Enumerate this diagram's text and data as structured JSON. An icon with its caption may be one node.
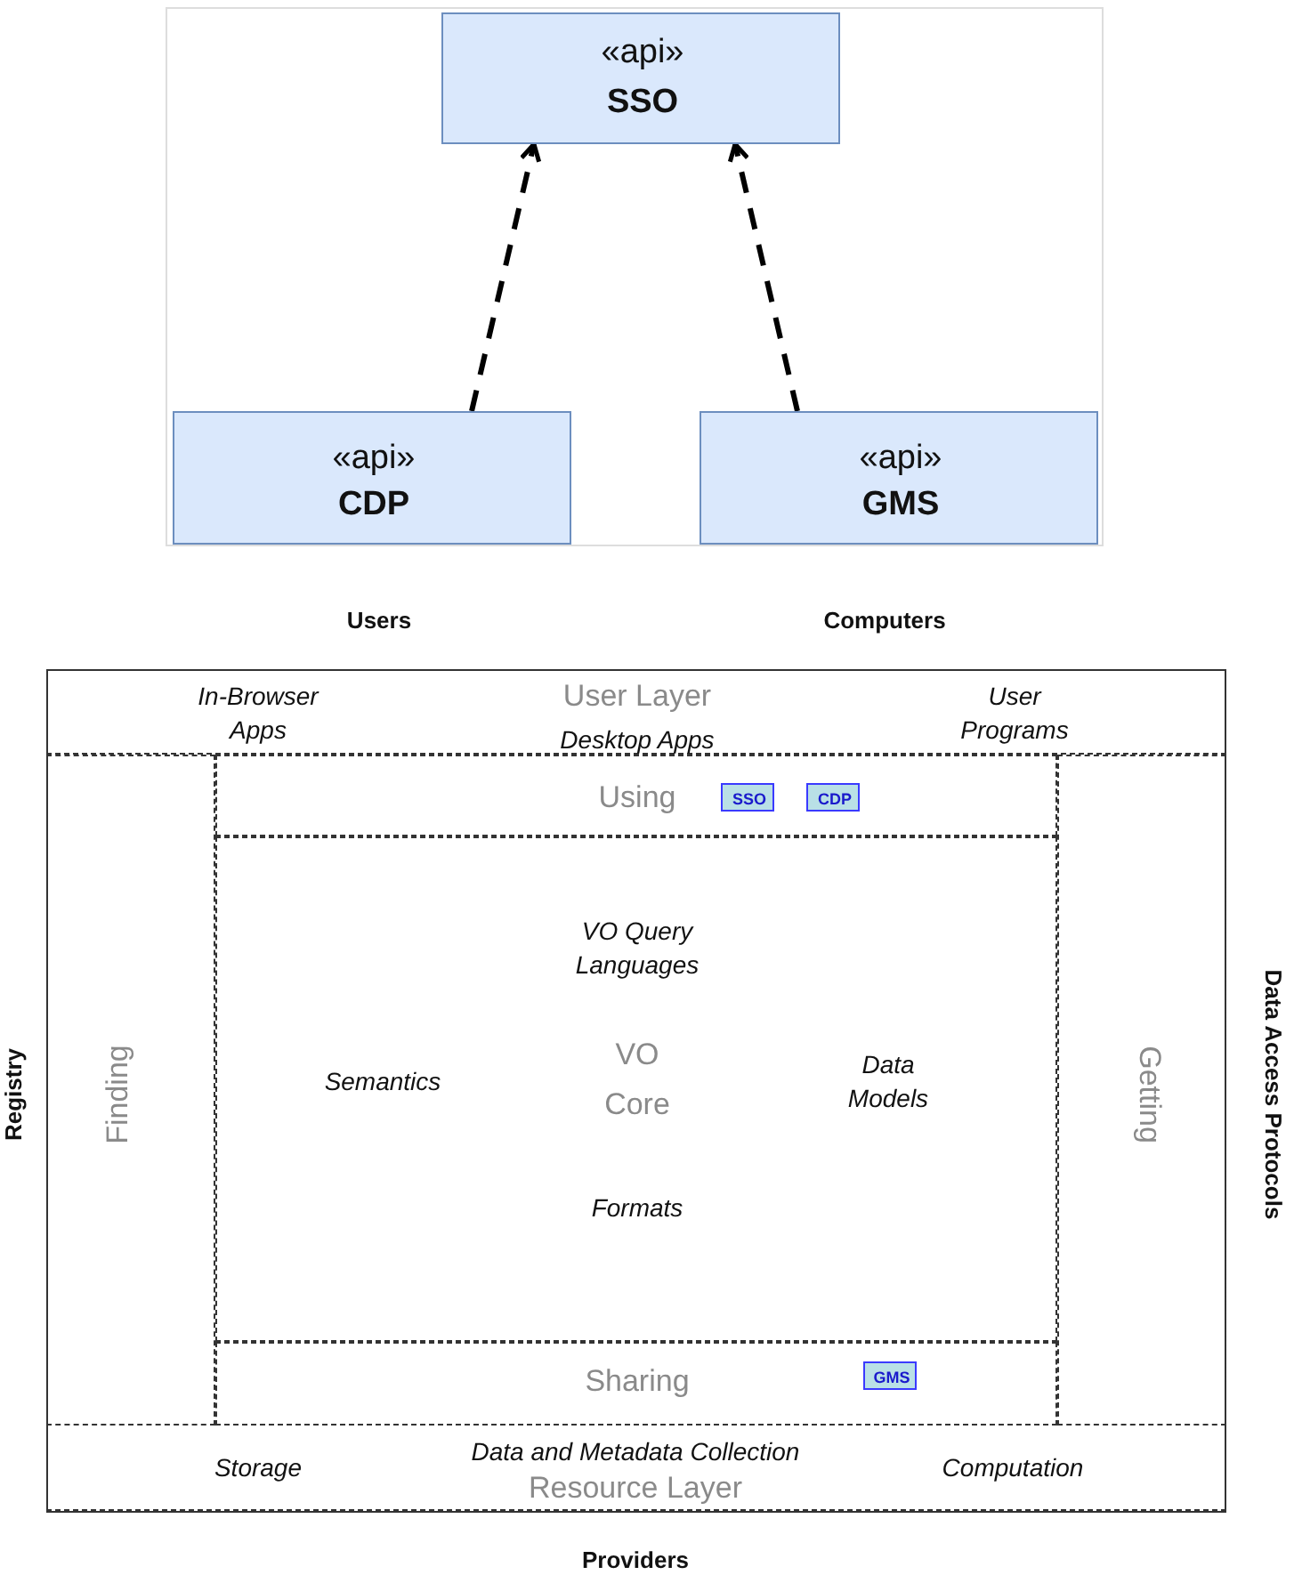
{
  "diagram": {
    "nodes": [
      {
        "text": [
          "«api»",
          "SSO"
        ]
      },
      {
        "text": [
          "«api»",
          "CDP"
        ]
      },
      {
        "text": [
          "«api»",
          "GMS"
        ]
      },
      {
        "text": [
          "In-Browser Apps",
          "User Layer",
          "Desktop Apps",
          "User Programs"
        ]
      },
      {
        "text": [
          "Using"
        ]
      },
      {
        "text": [
          "SSO"
        ],
        "in": 4
      },
      {
        "text": [
          "CDP"
        ],
        "in": 4
      },
      {
        "text": [
          "Finding"
        ]
      },
      {
        "text": [
          "VO Query Languages",
          "Semantics",
          "VO Core",
          "Data Models",
          "Formats"
        ]
      },
      {
        "text": [
          "Getting"
        ]
      },
      {
        "text": [
          "Sharing"
        ]
      },
      {
        "text": [
          "GMS"
        ],
        "in": 10
      },
      {
        "text": [
          "Data and Metadata Collection",
          "Storage",
          "Resource Layer",
          "Computation"
        ]
      }
    ],
    "edges": [
      {
        "from": 1,
        "to": 0,
        "arrow": "to",
        "style": "dashed"
      },
      {
        "from": 2,
        "to": 0,
        "arrow": "to",
        "style": "dashed"
      }
    ],
    "labels": [
      "Users",
      "Computers",
      "Registry",
      "Data Access Protocols",
      "Providers"
    ]
  }
}
